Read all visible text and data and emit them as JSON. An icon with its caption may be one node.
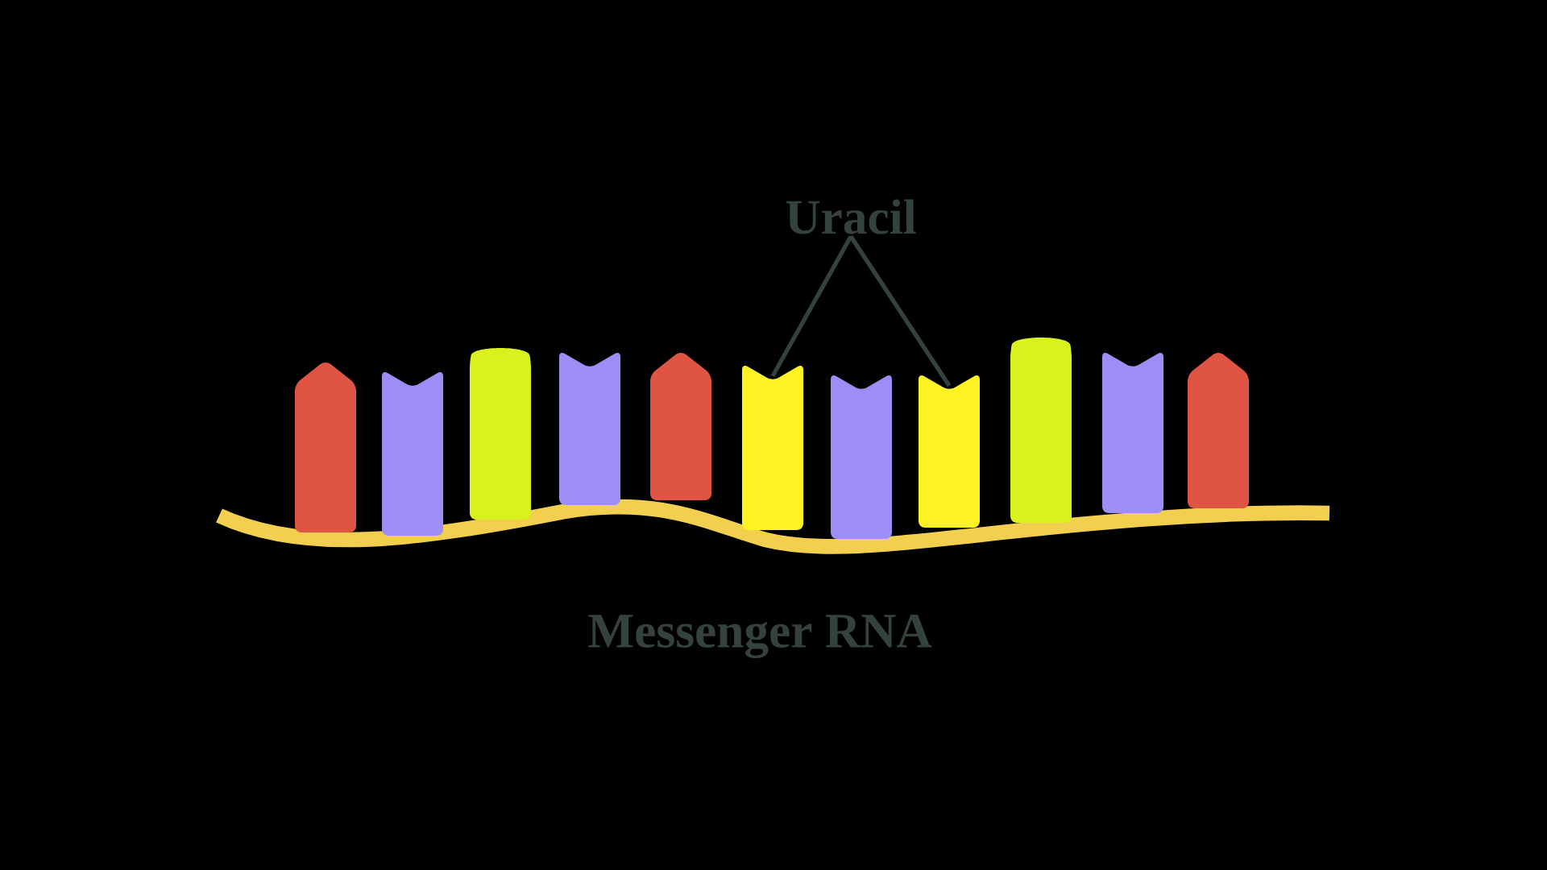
{
  "diagram": {
    "nodes": [
      {
        "text": [
          "Uracil"
        ]
      },
      {
        "text": [],
        "shape": "bar"
      },
      {
        "text": [],
        "shape": "bar"
      }
    ],
    "edges": [
      {
        "from": 0,
        "to": 1,
        "arrow": "none"
      },
      {
        "from": 0,
        "to": 2,
        "arrow": "none"
      }
    ],
    "labels": [
      "Messenger RNA"
    ]
  }
}
